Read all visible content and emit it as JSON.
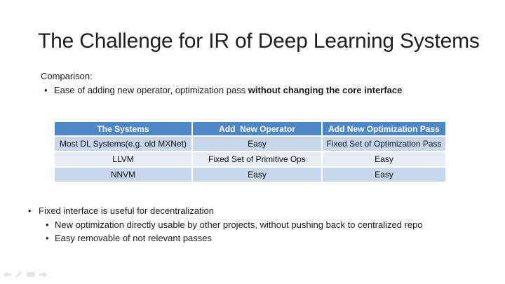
{
  "slide": {
    "title": "The Challenge for IR of Deep Learning Systems",
    "comparison": {
      "heading": "Comparison:",
      "bullet_marker": "•",
      "bullet_text": "Ease of adding new operator, optimization pass ",
      "bullet_text_bold": "without changing the core interface"
    },
    "table": {
      "headers": [
        "The Systems",
        "Add  New Operator",
        "Add New Optimization Pass"
      ],
      "rows": [
        [
          "Most DL Systems(e.g. old MXNet)",
          "Easy",
          "Fixed Set of Optimization Pass"
        ],
        [
          "LLVM",
          "Fixed Set of Primitive Ops",
          "Easy"
        ],
        [
          "NNVM",
          "Easy",
          "Easy"
        ]
      ]
    },
    "bullets": {
      "marker": "•",
      "main": "Fixed interface is useful for decentralization",
      "subs": [
        "New optimization directly usable by other projects, without pushing back to centralized repo",
        "Easy removable of not relevant passes"
      ]
    },
    "colors": {
      "table_header_bg": "#4e87c6",
      "table_band_dark": "#c8d6ea",
      "table_band_light": "#e7ecf5",
      "table_header_text": "#ffffff",
      "body_text": "#1a1a1a",
      "nav_icon": "#e3e3e3"
    },
    "nav_icons": [
      "previous-slide-icon",
      "pen-icon",
      "see-all-slides-icon",
      "next-slide-icon"
    ]
  },
  "chart_data": {
    "type": "table",
    "title": "Ease of adding new operator / optimization pass",
    "headers": [
      "The Systems",
      "Add  New Operator",
      "Add New Optimization Pass"
    ],
    "rows": [
      [
        "Most DL Systems(e.g. old MXNet)",
        "Easy",
        "Fixed Set of Optimization Pass"
      ],
      [
        "LLVM",
        "Fixed Set of Primitive Ops",
        "Easy"
      ],
      [
        "NNVM",
        "Easy",
        "Easy"
      ]
    ]
  }
}
